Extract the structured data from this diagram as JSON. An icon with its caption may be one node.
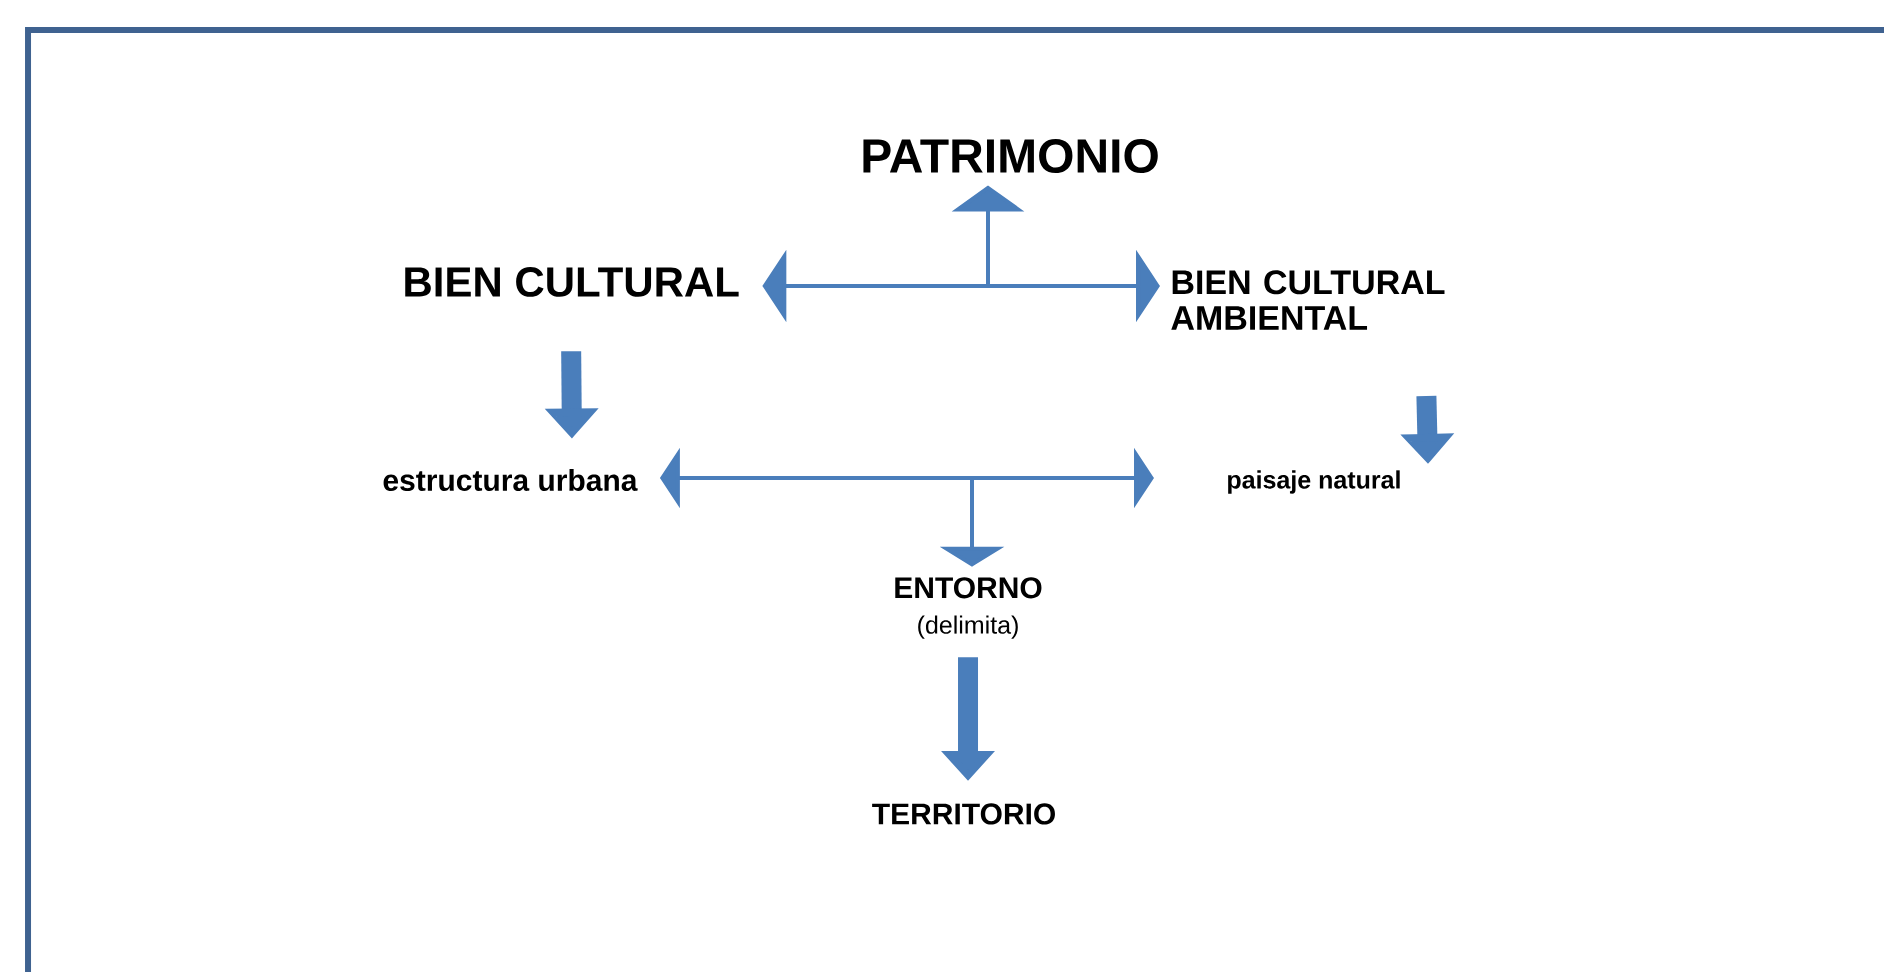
{
  "diagram": {
    "nodes": [
      {
        "text": [
          "PATRIMONIO"
        ]
      },
      {
        "text": [
          "BIEN CULTURAL"
        ]
      },
      {
        "text": [
          "BIEN CULTURAL AMBIENTAL"
        ]
      },
      {
        "text": [
          "estructura urbana"
        ]
      },
      {
        "text": [
          "paisaje natural"
        ]
      },
      {
        "text": [
          "ENTORNO",
          "(delimita)"
        ]
      },
      {
        "text": [
          "TERRITORIO"
        ]
      }
    ],
    "edges": [
      {
        "from": 1,
        "to": 2,
        "arrow": "both"
      },
      {
        "from": null,
        "to": 0,
        "arrow": "to"
      },
      {
        "from": 1,
        "to": 3,
        "arrow": "to",
        "style": "thick"
      },
      {
        "from": 2,
        "to": 4,
        "arrow": "to",
        "style": "thick"
      },
      {
        "from": 3,
        "to": 4,
        "arrow": "both"
      },
      {
        "from": null,
        "to": 5,
        "arrow": "to"
      },
      {
        "from": 5,
        "to": 6,
        "arrow": "to",
        "style": "thick"
      }
    ]
  }
}
